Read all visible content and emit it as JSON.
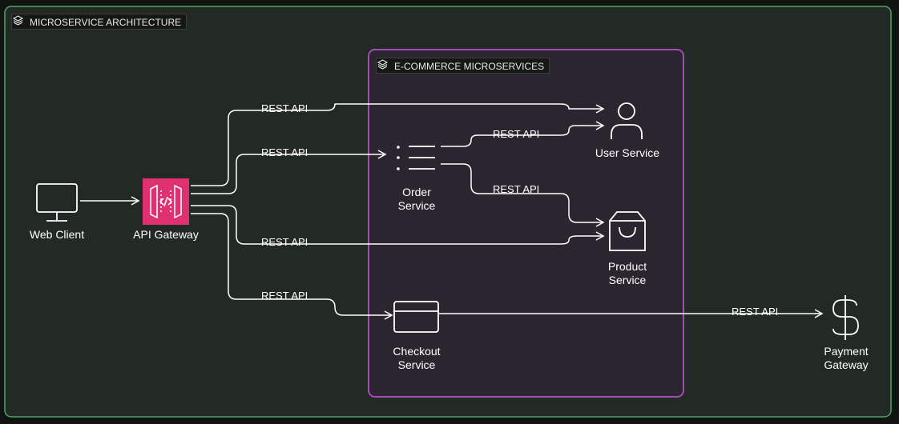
{
  "groups": {
    "outer": {
      "title": "MICROSERVICE ARCHITECTURE",
      "border_color": "#4fa36b"
    },
    "inner": {
      "title": "E-COMMERCE MICROSERVICES",
      "border_color": "#a64ab8"
    }
  },
  "nodes": {
    "web_client": {
      "label": "Web Client",
      "icon": "monitor-icon"
    },
    "api_gateway": {
      "label": "API Gateway",
      "icon": "api-gateway-icon",
      "color": "#e0306f"
    },
    "order_service": {
      "label_line1": "Order",
      "label_line2": "Service",
      "icon": "queue-icon"
    },
    "user_service": {
      "label": "User Service",
      "icon": "user-icon"
    },
    "product_service": {
      "label_line1": "Product",
      "label_line2": "Service",
      "icon": "shopping-bag-icon"
    },
    "checkout_service": {
      "label_line1": "Checkout",
      "label_line2": "Service",
      "icon": "card-icon"
    },
    "payment_gateway": {
      "label_line1": "Payment",
      "label_line2": "Gateway",
      "icon": "dollar-icon"
    }
  },
  "edges": [
    {
      "from": "API Gateway",
      "to": "User Service",
      "label": "REST API"
    },
    {
      "from": "API Gateway",
      "to": "Order Service",
      "label": "REST API"
    },
    {
      "from": "Order Service",
      "to": "User Service",
      "label": "REST API"
    },
    {
      "from": "Order Service",
      "to": "Product Service",
      "label": "REST API"
    },
    {
      "from": "API Gateway",
      "to": "Product Service",
      "label": "REST API"
    },
    {
      "from": "API Gateway",
      "to": "Checkout Service",
      "label": "REST API"
    },
    {
      "from": "Checkout Service",
      "to": "Payment Gateway",
      "label": "REST API"
    },
    {
      "from": "Web Client",
      "to": "API Gateway",
      "label": ""
    }
  ]
}
